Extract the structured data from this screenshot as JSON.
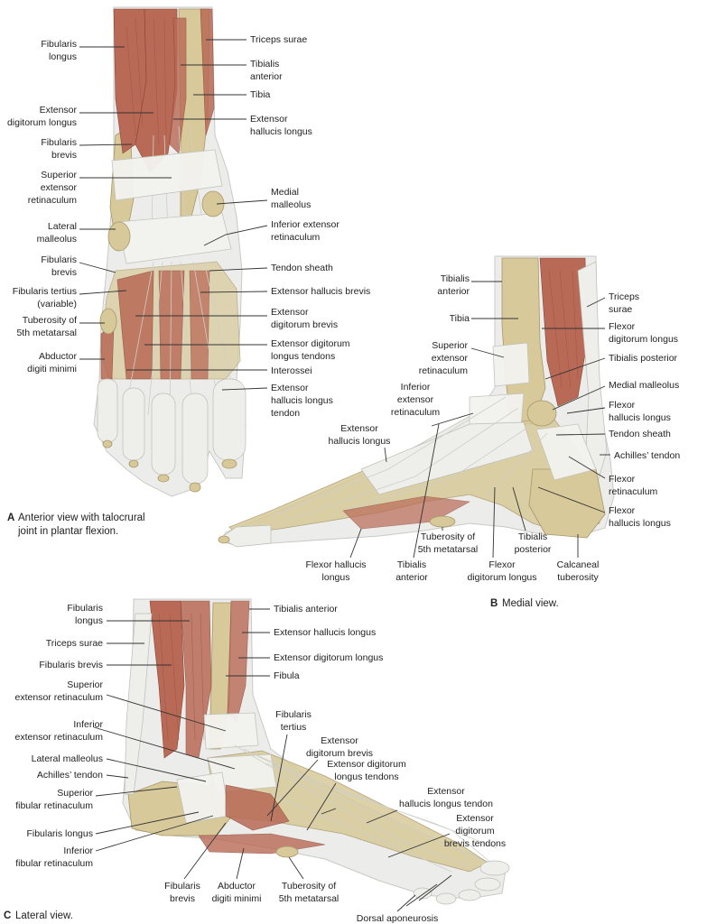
{
  "panel_a": {
    "caption_letter": "A",
    "caption_line1": "Anterior view with talocrural",
    "caption_line2": "joint in plantar flexion.",
    "labels": {
      "fibularis_longus_1": "Fibularis",
      "fibularis_longus_2": "longus",
      "ext_dig_longus_1": "Extensor",
      "ext_dig_longus_2": "digitorum longus",
      "fibularis_brevis_1": "Fibularis",
      "fibularis_brevis_2": "brevis",
      "sup_ext_ret_1": "Superior",
      "sup_ext_ret_2": "extensor",
      "sup_ext_ret_3": "retinaculum",
      "lat_malleolus_1": "Lateral",
      "lat_malleolus_2": "malleolus",
      "fibularis_brevis_b_1": "Fibularis",
      "fibularis_brevis_b_2": "brevis",
      "fibularis_tertius_1": "Fibularis tertius",
      "fibularis_tertius_2": "(variable)",
      "tuberosity_1": "Tuberosity of",
      "tuberosity_2": "5th metatarsal",
      "abductor_1": "Abductor",
      "abductor_2": "digiti minimi",
      "triceps_surae": "Triceps surae",
      "tibialis_anterior_1": "Tibialis",
      "tibialis_anterior_2": "anterior",
      "tibia": "Tibia",
      "ext_hal_longus_1": "Extensor",
      "ext_hal_longus_2": "hallucis longus",
      "medial_malleolus_1": "Medial",
      "medial_malleolus_2": "malleolus",
      "inf_ext_ret_1": "Inferior extensor",
      "inf_ext_ret_2": "retinaculum",
      "tendon_sheath": "Tendon sheath",
      "ext_hal_brevis": "Extensor hallucis brevis",
      "ext_dig_brevis_1": "Extensor",
      "ext_dig_brevis_2": "digitorum brevis",
      "ext_dig_long_tendons_1": "Extensor digitorum",
      "ext_dig_long_tendons_2": "longus tendons",
      "interossei": "Interossei",
      "ext_hal_long_tendon_1": "Extensor",
      "ext_hal_long_tendon_2": "hallucis longus",
      "ext_hal_long_tendon_3": "tendon"
    }
  },
  "panel_b": {
    "caption_letter": "B",
    "caption": "Medial view.",
    "labels": {
      "tibialis_anterior_1": "Tibialis",
      "tibialis_anterior_2": "anterior",
      "tibia": "Tibia",
      "sup_ext_ret_1": "Superior",
      "sup_ext_ret_2": "extensor",
      "sup_ext_ret_3": "retinaculum",
      "inf_ext_ret_1": "Inferior",
      "inf_ext_ret_2": "extensor",
      "inf_ext_ret_3": "retinaculum",
      "ext_hal_longus_1": "Extensor",
      "ext_hal_longus_2": "hallucis longus",
      "triceps_surae_1": "Triceps",
      "triceps_surae_2": "surae",
      "flexor_dig_longus_1": "Flexor",
      "flexor_dig_longus_2": "digitorum longus",
      "tibialis_posterior": "Tibialis posterior",
      "medial_malleolus": "Medial malleolus",
      "flexor_hal_longus_1": "Flexor",
      "flexor_hal_longus_2": "hallucis longus",
      "tendon_sheath": "Tendon sheath",
      "achilles": "Achilles’ tendon",
      "flexor_ret_1": "Flexor",
      "flexor_ret_2": "retinaculum",
      "flexor_hal_longus_b_1": "Flexor",
      "flexor_hal_longus_b_2": "hallucis longus",
      "bottom_fhl_1": "Flexor hallucis",
      "bottom_fhl_2": "longus",
      "bottom_tuberosity_1": "Tuberosity of",
      "bottom_tuberosity_2": "5th metatarsal",
      "bottom_tib_ant_1": "Tibialis",
      "bottom_tib_ant_2": "anterior",
      "bottom_fdl_1": "Flexor",
      "bottom_fdl_2": "digitorum longus",
      "bottom_tib_post_1": "Tibialis",
      "bottom_tib_post_2": "posterior",
      "bottom_calc_1": "Calcaneal",
      "bottom_calc_2": "tuberosity"
    }
  },
  "panel_c": {
    "caption_letter": "C",
    "caption": "Lateral view.",
    "labels": {
      "fibularis_longus_1": "Fibularis",
      "fibularis_longus_2": "longus",
      "triceps_surae": "Triceps surae",
      "fibularis_brevis": "Fibularis brevis",
      "sup_ext_ret_1": "Superior",
      "sup_ext_ret_2": "extensor retinaculum",
      "inf_ext_ret_1": "Inferior",
      "inf_ext_ret_2": "extensor retinaculum",
      "lat_malleolus": "Lateral malleolus",
      "achilles": "Achilles’ tendon",
      "sup_fib_ret_1": "Superior",
      "sup_fib_ret_2": "fibular retinaculum",
      "fibularis_longus_b": "Fibularis longus",
      "inf_fib_ret_1": "Inferior",
      "inf_fib_ret_2": "fibular retinaculum",
      "tibialis_anterior": "Tibialis anterior",
      "ext_hal_longus": "Extensor hallucis longus",
      "ext_dig_longus": "Extensor digitorum longus",
      "fibula": "Fibula",
      "fibularis_tertius_1": "Fibularis",
      "fibularis_tertius_2": "tertius",
      "ext_dig_brevis_1": "Extensor",
      "ext_dig_brevis_2": "digitorum brevis",
      "ext_dig_long_tendons_1": "Extensor digitorum",
      "ext_dig_long_tendons_2": "longus tendons",
      "ext_hal_long_tendon_1": "Extensor",
      "ext_hal_long_tendon_2": "hallucis longus tendon",
      "ext_dig_brevis_tendons_1": "Extensor",
      "ext_dig_brevis_tendons_2": "digitorum",
      "ext_dig_brevis_tendons_3": "brevis tendons",
      "bottom_fib_brevis_1": "Fibularis",
      "bottom_fib_brevis_2": "brevis",
      "bottom_abductor_1": "Abductor",
      "bottom_abductor_2": "digiti minimi",
      "bottom_tuberosity_1": "Tuberosity of",
      "bottom_tuberosity_2": "5th metatarsal",
      "dorsal_aponeurosis": "Dorsal aponeurosis"
    }
  }
}
